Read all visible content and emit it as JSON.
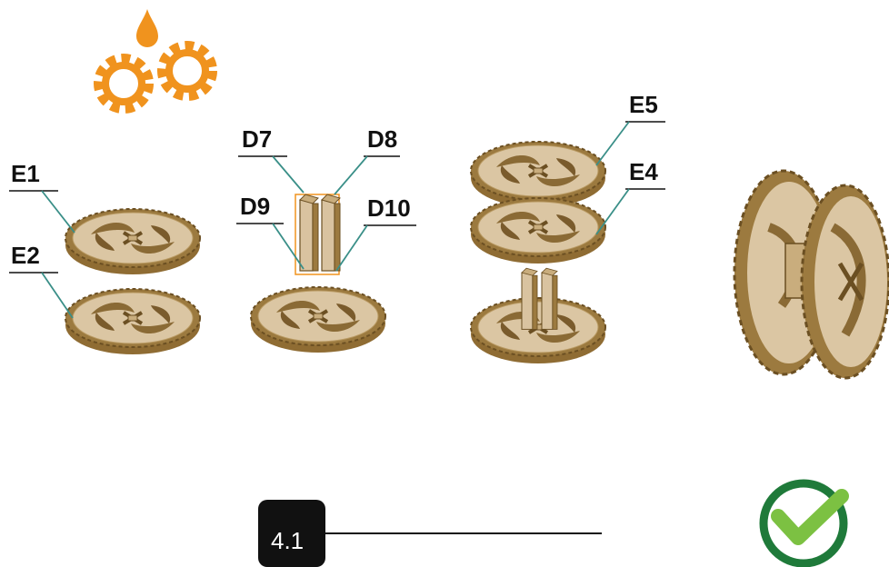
{
  "icons": {
    "oil_gears": "oil-drop-gears-icon",
    "done": "checkmark-circle-icon"
  },
  "colors": {
    "wood": "#d9c3a0",
    "wood_edge": "#9c7a3f",
    "wood_dark": "#6b4f22",
    "orange": "#f0931e",
    "leader": "#3a8f88",
    "check_ring": "#1f7a3a",
    "check_mark": "#7cc142",
    "step_badge": "#111111"
  },
  "parts": {
    "E1": "E1",
    "E2": "E2",
    "D7": "D7",
    "D8": "D8",
    "D9": "D9",
    "D10": "D10",
    "E5": "E5",
    "E4": "E4"
  },
  "step": {
    "number": "4.1"
  }
}
